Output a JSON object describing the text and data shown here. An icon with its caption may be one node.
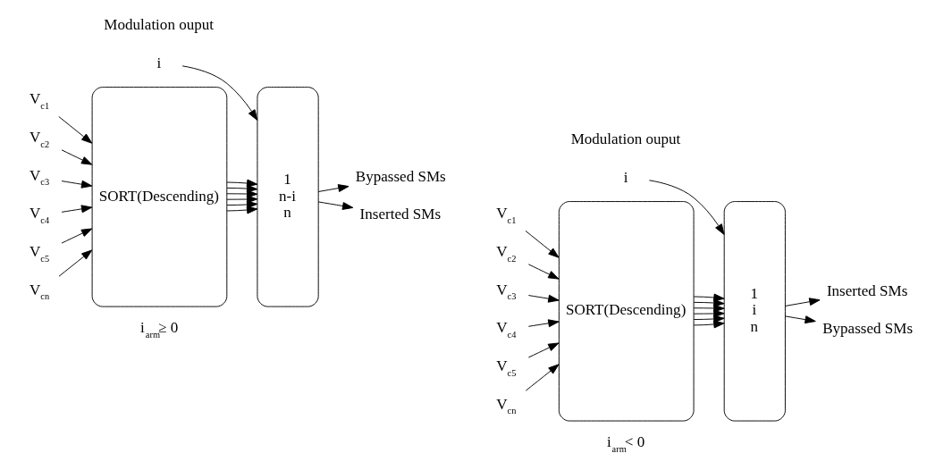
{
  "diagram": {
    "nodes": [
      {
        "text": [
          "i"
        ]
      },
      {
        "text": [
          "V$_{c1}$"
        ]
      },
      {
        "text": [
          "V$_{c2}$"
        ]
      },
      {
        "text": [
          "V$_{c3}$"
        ]
      },
      {
        "text": [
          "V$_{c4}$"
        ]
      },
      {
        "text": [
          "V$_{c5}$"
        ]
      },
      {
        "text": [
          "V$_{cn}$"
        ]
      },
      {
        "text": [
          "SORT(Descending)"
        ]
      },
      {
        "text": [
          "1",
          "n-i",
          "n"
        ]
      },
      {
        "text": [
          "Bypassed SMs"
        ]
      },
      {
        "text": [
          "Inserted SMs"
        ]
      },
      {
        "text": [
          "i"
        ]
      },
      {
        "text": [
          "V$_{c1}$"
        ]
      },
      {
        "text": [
          "V$_{c2}$"
        ]
      },
      {
        "text": [
          "V$_{c3}$"
        ]
      },
      {
        "text": [
          "V$_{c4}$"
        ]
      },
      {
        "text": [
          "V$_{c5}$"
        ]
      },
      {
        "text": [
          "V$_{cn}$"
        ]
      },
      {
        "text": [
          "SORT(Descending)"
        ]
      },
      {
        "text": [
          "1",
          "i",
          "n"
        ]
      },
      {
        "text": [
          "Inserted SMs"
        ]
      },
      {
        "text": [
          "Bypassed SMs"
        ]
      }
    ],
    "edges": [
      {
        "from": 0,
        "to": 8,
        "arrow": "to"
      },
      {
        "from": 1,
        "to": 7,
        "arrow": "to"
      },
      {
        "from": 2,
        "to": 7,
        "arrow": "to"
      },
      {
        "from": 3,
        "to": 7,
        "arrow": "to"
      },
      {
        "from": 4,
        "to": 7,
        "arrow": "to"
      },
      {
        "from": 5,
        "to": 7,
        "arrow": "to"
      },
      {
        "from": 6,
        "to": 7,
        "arrow": "to"
      },
      {
        "from": 7,
        "to": 8,
        "arrow": "to"
      },
      {
        "from": 7,
        "to": 8,
        "arrow": "to"
      },
      {
        "from": 7,
        "to": 8,
        "arrow": "to"
      },
      {
        "from": 7,
        "to": 8,
        "arrow": "to"
      },
      {
        "from": 7,
        "to": 8,
        "arrow": "to"
      },
      {
        "from": 7,
        "to": 8,
        "arrow": "to"
      },
      {
        "from": 8,
        "to": 9,
        "arrow": "to"
      },
      {
        "from": 8,
        "to": 10,
        "arrow": "to"
      },
      {
        "from": 11,
        "to": 19,
        "arrow": "to"
      },
      {
        "from": 12,
        "to": 18,
        "arrow": "to"
      },
      {
        "from": 13,
        "to": 18,
        "arrow": "to"
      },
      {
        "from": 14,
        "to": 18,
        "arrow": "to"
      },
      {
        "from": 15,
        "to": 18,
        "arrow": "to"
      },
      {
        "from": 16,
        "to": 18,
        "arrow": "to"
      },
      {
        "from": 17,
        "to": 18,
        "arrow": "to"
      },
      {
        "from": 18,
        "to": 19,
        "arrow": "to"
      },
      {
        "from": 18,
        "to": 19,
        "arrow": "to"
      },
      {
        "from": 18,
        "to": 19,
        "arrow": "to"
      },
      {
        "from": 18,
        "to": 19,
        "arrow": "to"
      },
      {
        "from": 18,
        "to": 19,
        "arrow": "to"
      },
      {
        "from": 18,
        "to": 19,
        "arrow": "to"
      },
      {
        "from": 19,
        "to": 20,
        "arrow": "to"
      },
      {
        "from": 19,
        "to": 21,
        "arrow": "to"
      }
    ],
    "labels": [
      "Modulation ouput",
      "Modulation ouput",
      "i$_{arm}$≥ 0",
      "i$_{arm}$< 0"
    ]
  }
}
